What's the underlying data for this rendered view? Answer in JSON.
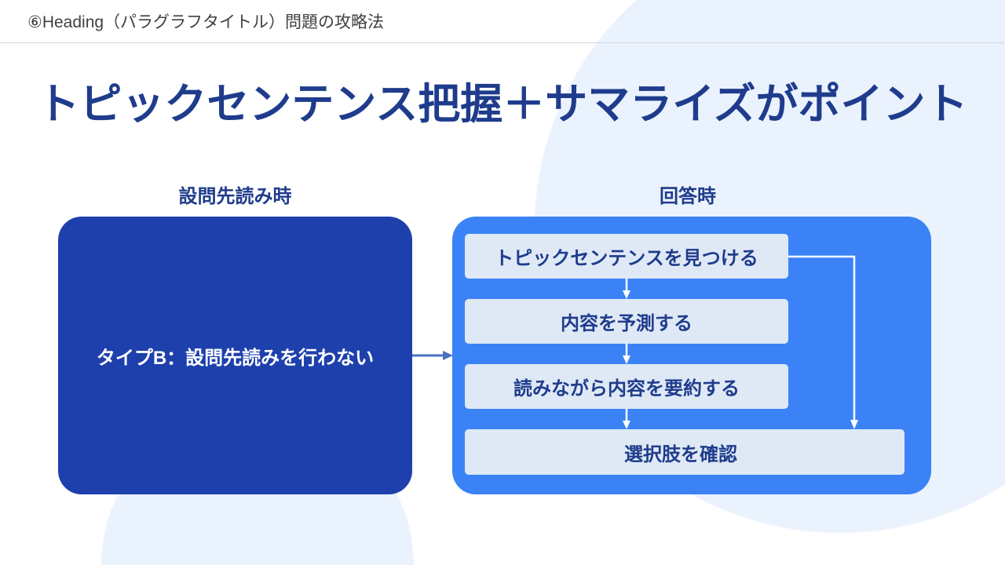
{
  "header": {
    "section_title": "⑥Heading（パラグラフタイトル）問題の攻略法"
  },
  "title": "トピックセンテンス把握＋サマライズがポイント",
  "left": {
    "heading": "設問先読み時",
    "box_text": "タイプB：設問先読みを行わない"
  },
  "right": {
    "heading": "回答時",
    "steps": [
      "トピックセンテンスを見つける",
      "内容を予測する",
      "読みながら内容を要約する",
      "選択肢を確認"
    ]
  },
  "colors": {
    "title": "#1f3c8c",
    "left_box": "#1e40ad",
    "right_box": "#3b82f6",
    "step_box": "#dfe9f6",
    "background_circle": "#eaf2fd"
  }
}
